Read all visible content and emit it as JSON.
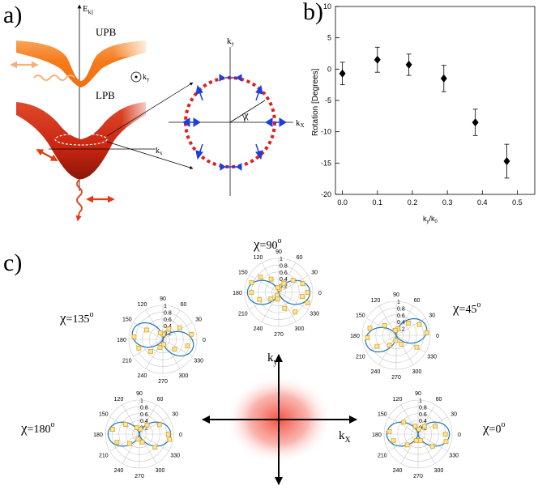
{
  "panel_a": {
    "label": "a)",
    "energy_axis": "E",
    "energy_subscript": "k||",
    "upper_branch": "UPB",
    "lower_branch": "LPB",
    "ky_label": "k",
    "ky_sub": "y",
    "kx_label": "k",
    "kx_sub": "x",
    "circle_ky": "k",
    "circle_ky_sub": "y",
    "circle_kx": "k",
    "circle_kx_sub": "X",
    "angle_symbol": "χ",
    "colors": {
      "upb": "#f47a1a",
      "lpb": "#d8341a",
      "dots": "#e0201c",
      "arrows_blue": "#1b3fe0",
      "arrows_red": "#e33a12"
    }
  },
  "panel_b": {
    "label": "b)",
    "xlabel_main": "k",
    "xlabel_sub1": "y",
    "xlabel_div": "/k",
    "xlabel_sub2": "0",
    "ylabel": "Rotation [Degrees]"
  },
  "panel_c": {
    "label": "c)",
    "center_ky": "k",
    "center_ky_sub": "y",
    "center_kx": "k",
    "center_kx_sub": "X",
    "angle_ticks": [
      "90",
      "60",
      "30",
      "0",
      "330",
      "300",
      "270",
      "240",
      "210",
      "180",
      "150",
      "120"
    ],
    "radial_ticks": [
      "1",
      "0.8",
      "0.6",
      "0.4",
      "0.2"
    ],
    "plots": [
      {
        "chi_symbol": "χ",
        "chi_value": "=90",
        "chi_sup": "o"
      },
      {
        "chi_symbol": "χ",
        "chi_value": "=135",
        "chi_sup": "o"
      },
      {
        "chi_symbol": "χ",
        "chi_value": "=45",
        "chi_sup": "o"
      },
      {
        "chi_symbol": "χ",
        "chi_value": "=180",
        "chi_sup": "o"
      },
      {
        "chi_symbol": "χ",
        "chi_value": "=0",
        "chi_sup": "o"
      }
    ],
    "colors": {
      "fit": "#1f77b4",
      "points": "#e0a21a",
      "grid": "#c8c8c8"
    }
  },
  "chart_data": [
    {
      "type": "scatter",
      "xlabel": "ky/k0",
      "ylabel": "Rotation [Degrees]",
      "xlim": [
        -0.02,
        0.55
      ],
      "ylim": [
        -20,
        10
      ],
      "xticks": [
        0.0,
        0.1,
        0.2,
        0.3,
        0.4,
        0.5
      ],
      "xtick_labels": [
        "0.0",
        "0.1",
        "0.2",
        "0.3",
        "0.4",
        "0.5"
      ],
      "yticks": [
        10,
        5,
        0,
        -5,
        -10,
        -15,
        -20
      ],
      "ytick_labels": [
        "10",
        "5",
        "0",
        "-5",
        "-10",
        "-15",
        "-20"
      ],
      "series": [
        {
          "x": [
            0.0,
            0.1,
            0.19,
            0.29,
            0.38,
            0.47
          ],
          "y": [
            -0.7,
            1.5,
            0.7,
            -1.5,
            -8.5,
            -14.7
          ],
          "yerr": [
            1.8,
            2.0,
            1.7,
            2.1,
            2.1,
            2.7
          ]
        }
      ],
      "grid": false
    },
    {
      "type": "polar",
      "plots": [
        {
          "chi": 90,
          "orientation_deg": 0,
          "points_r": [
            0.85,
            0.75,
            0.55,
            0.3,
            0.1,
            0.15,
            0.45,
            0.7,
            0.85,
            0.8,
            0.6,
            0.3,
            0.1,
            0.2,
            0.5,
            0.75,
            0.9,
            0.7
          ],
          "points_theta": [
            0,
            20,
            40,
            60,
            80,
            100,
            120,
            140,
            160,
            180,
            200,
            220,
            240,
            260,
            290,
            310,
            340,
            350
          ]
        },
        {
          "chi": 135,
          "orientation_deg": -15,
          "points_r": [
            0.85,
            0.6,
            0.35,
            0.15,
            0.2,
            0.55,
            0.85,
            0.75,
            0.5,
            0.25,
            0.15,
            0.45,
            0.75
          ],
          "points_theta": [
            10,
            35,
            60,
            85,
            110,
            150,
            175,
            200,
            225,
            250,
            280,
            320,
            345
          ]
        },
        {
          "chi": 45,
          "orientation_deg": 15,
          "points_r": [
            0.9,
            0.75,
            0.5,
            0.2,
            0.15,
            0.45,
            0.8,
            0.85,
            0.65,
            0.35,
            0.15,
            0.3,
            0.7
          ],
          "points_theta": [
            5,
            25,
            45,
            75,
            100,
            140,
            165,
            185,
            210,
            235,
            265,
            300,
            330
          ]
        },
        {
          "chi": 180,
          "orientation_deg": 0,
          "points_r": [
            0.85,
            0.65,
            0.35,
            0.15,
            0.2,
            0.5,
            0.8,
            0.7,
            0.4,
            0.15,
            0.25,
            0.6,
            0.9
          ],
          "points_theta": [
            0,
            25,
            50,
            80,
            110,
            145,
            170,
            200,
            225,
            255,
            290,
            320,
            350
          ]
        },
        {
          "chi": 0,
          "orientation_deg": 0,
          "points_r": [
            0.8,
            0.55,
            0.3,
            0.15,
            0.25,
            0.55,
            0.85,
            0.75,
            0.45,
            0.2,
            0.2,
            0.55,
            0.85
          ],
          "points_theta": [
            0,
            25,
            50,
            80,
            110,
            140,
            175,
            195,
            225,
            255,
            290,
            320,
            345
          ]
        }
      ]
    }
  ]
}
